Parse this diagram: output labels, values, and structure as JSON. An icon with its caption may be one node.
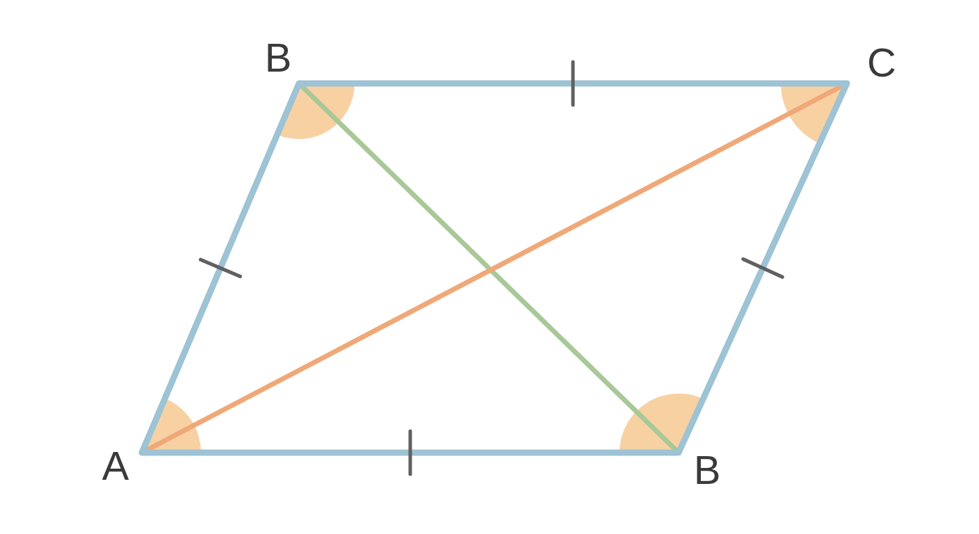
{
  "diagram": {
    "labels": [
      "B",
      "C",
      "A",
      "B"
    ]
  }
}
